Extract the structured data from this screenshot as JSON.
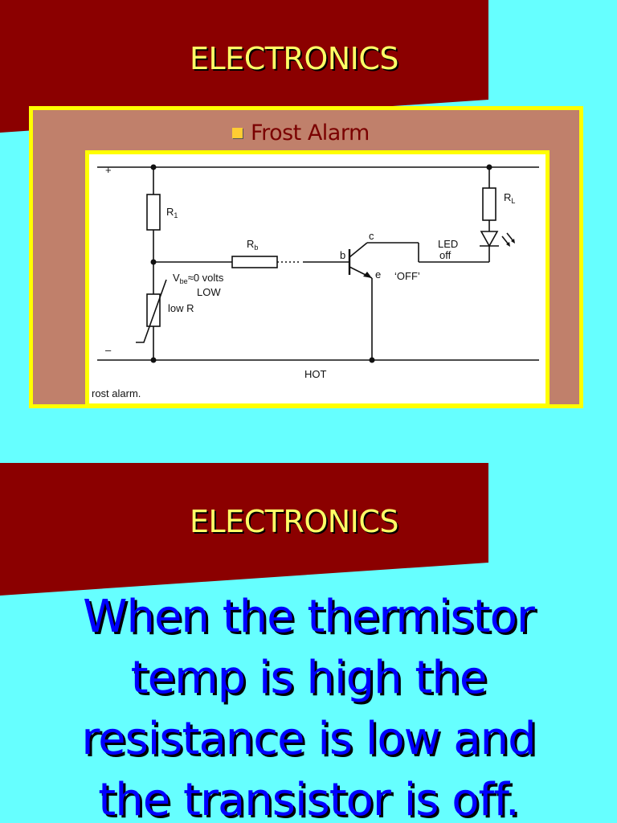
{
  "colors": {
    "background": "#66ffff",
    "banner": "#8b0000",
    "title": "#ffff66",
    "frame_fill": "#c0806b",
    "frame_border": "#ffff00",
    "bullet_text": "#7a0000",
    "body_text": "#0000ff"
  },
  "slides": [
    {
      "title": "ELECTRONICS",
      "bullet": "Frost Alarm",
      "diagram": {
        "plus": "+",
        "minus": "–",
        "r1_main": "R",
        "r1_sub": "1",
        "rb_main": "R",
        "rb_sub": "b",
        "rl_main": "R",
        "rl_sub": "L",
        "vbe_main": "V",
        "vbe_sub": "be",
        "vbe_value": "≈0 volts",
        "low": "LOW",
        "low_r": "low R",
        "pin_b": "b",
        "pin_c": "c",
        "pin_e": "e",
        "led_line1": "LED",
        "led_line2": "off",
        "off": "‘OFF’",
        "hot": "HOT",
        "caption": "rost alarm."
      }
    },
    {
      "title": "ELECTRONICS",
      "body": "When the thermistor temp is high the resistance is low and the transistor is off."
    }
  ]
}
